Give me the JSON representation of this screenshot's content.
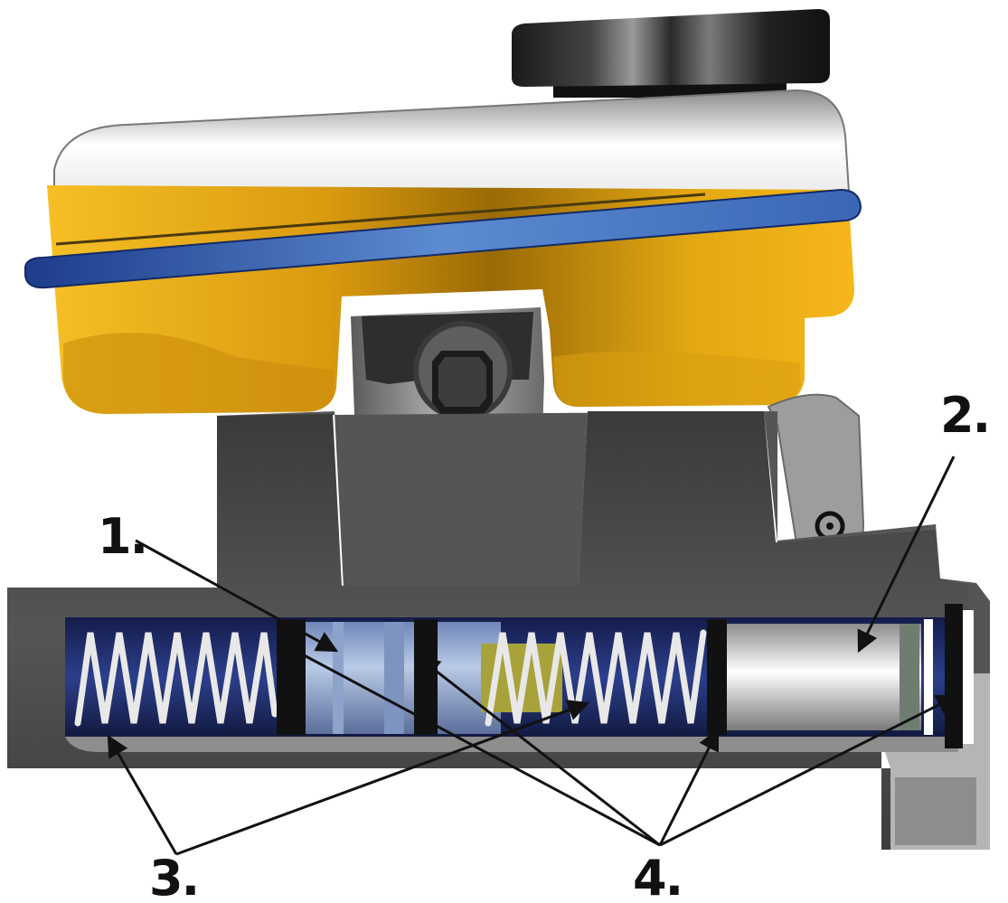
{
  "callouts": {
    "one": "1.",
    "two": "2.",
    "three": "3.",
    "four": "4."
  },
  "colors": {
    "reservoir_yellow": "#F2B21A",
    "reservoir_shadow": "#C98C0C",
    "band_blue": "#2E56A8",
    "cap_black": "#1E1E1E",
    "body_gray": "#4A4A4A",
    "bore_blue": "#1F2D6E",
    "spring_silver": "#E6E6E6",
    "piston_blue": "#9FB6D8",
    "seal_black": "#111111",
    "insert_green": "#A8A23A"
  }
}
